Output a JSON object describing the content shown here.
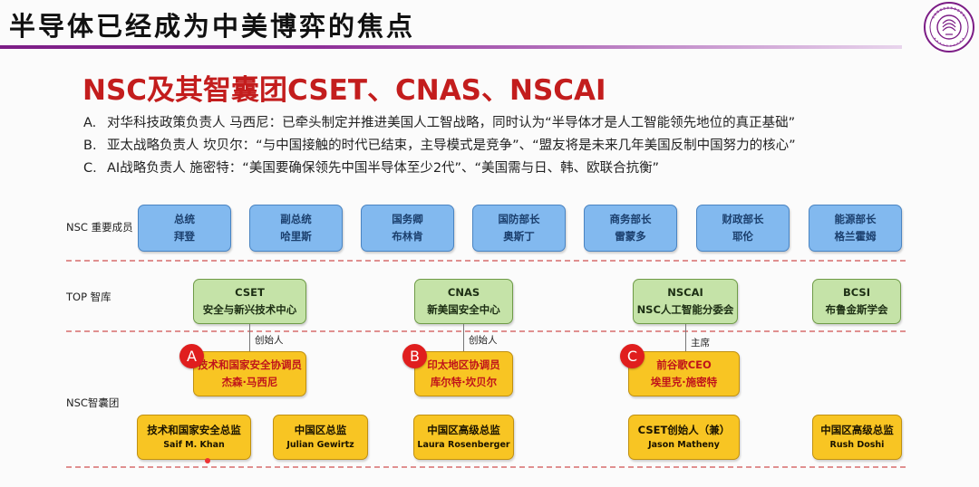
{
  "header": {
    "title": "半导体已经成为中美博弈的焦点"
  },
  "main_title": "NSC及其智囊团CSET、CNAS、NSCAI",
  "points": [
    {
      "marker": "A.",
      "text": "对华科技政策负责人 马西尼：已牵头制定并推进美国人工智战略，同时认为“半导体才是人工智能领先地位的真正基础”"
    },
    {
      "marker": "B.",
      "text": "亚太战略负责人 坎贝尔：“与中国接触的时代已结束，主导模式是竞争”、“盟友将是未来几年美国反制中国努力的核心”"
    },
    {
      "marker": "C.",
      "text": "AI战略负责人 施密特：“美国要确保领先中国半导体至少2代”、“美国需与日、韩、欧联合抗衡”"
    }
  ],
  "row_labels": {
    "nsc": "NSC 重要成员",
    "top": "TOP 智库",
    "team": "NSC智囊团"
  },
  "nsc_members": [
    {
      "title": "总统",
      "name": "拜登"
    },
    {
      "title": "副总统",
      "name": "哈里斯"
    },
    {
      "title": "国务卿",
      "name": "布林肯"
    },
    {
      "title": "国防部长",
      "name": "奥斯丁"
    },
    {
      "title": "商务部长",
      "name": "雷蒙多"
    },
    {
      "title": "财政部长",
      "name": "耶伦"
    },
    {
      "title": "能源部长",
      "name": "格兰霍姆"
    }
  ],
  "think_tanks": [
    {
      "name": "CSET",
      "desc": "安全与新兴技术中心"
    },
    {
      "name": "CNAS",
      "desc": "新美国安全中心"
    },
    {
      "name": "NSCAI",
      "desc": "NSC人工智能分委会"
    },
    {
      "name": "BCSI",
      "desc": "布鲁金斯学会"
    }
  ],
  "connectors": [
    "创始人",
    "创始人",
    "主席"
  ],
  "leaders": [
    {
      "badge": "A",
      "role": "技术和国家安全协调员",
      "name": "杰森·马西尼"
    },
    {
      "badge": "B",
      "role": "印太地区协调员",
      "name": "库尔特·坎贝尔"
    },
    {
      "badge": "C",
      "role": "前谷歌CEO",
      "name": "埃里克·施密特"
    }
  ],
  "staff": [
    {
      "role": "技术和国家安全总监",
      "name": "Saif M. Khan"
    },
    {
      "role": "中国区总监",
      "name": "Julian Gewirtz"
    },
    {
      "role": "中国区高级总监",
      "name": "Laura Rosenberger"
    },
    {
      "role": "CSET创始人（兼）",
      "name": "Jason Matheny"
    },
    {
      "role": "中国区高级总监",
      "name": "Rush Doshi"
    }
  ],
  "colors": {
    "accent_purple": "#7c1d86",
    "title_red": "#c31d1d",
    "member_blue": "#82b9ef",
    "tank_green": "#c5e3a8",
    "team_yellow": "#f8c523",
    "badge_red": "#e01e1e"
  }
}
